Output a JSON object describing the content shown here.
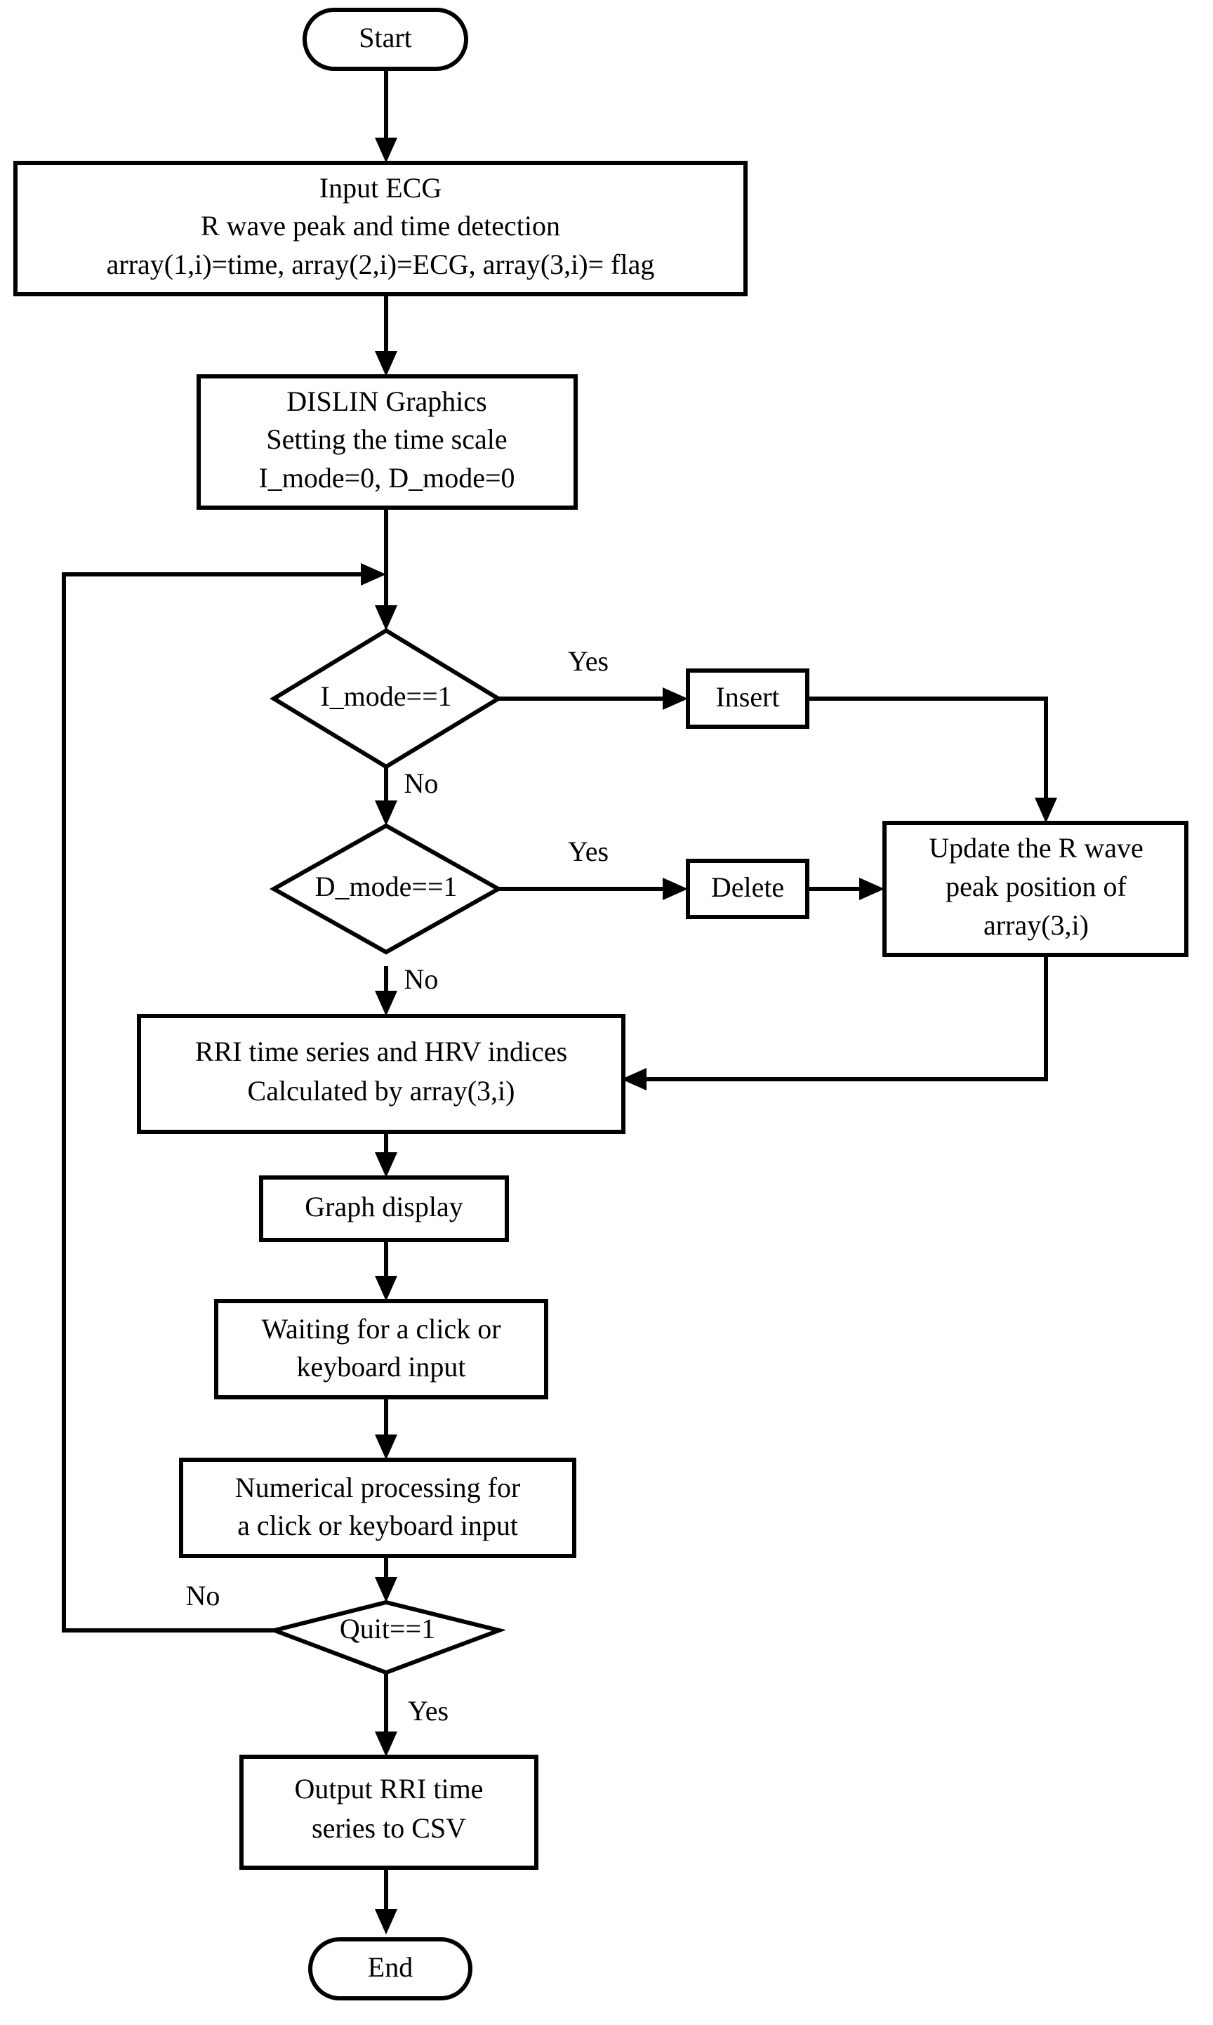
{
  "diagram": {
    "title": "ECG R-wave editing and HRV analysis program flowchart",
    "colors": {
      "stroke": "#000000",
      "fill": "#ffffff",
      "text": "#000000"
    },
    "nodes": {
      "start": {
        "shape": "stadium",
        "label": "Start"
      },
      "input_ecg": {
        "shape": "rectangle",
        "lines": [
          "Input ECG",
          "R wave peak and time detection",
          "array(1,i)=time, array(2,i)=ECG, array(3,i)= flag"
        ]
      },
      "dislin": {
        "shape": "rectangle",
        "lines": [
          "DISLIN Graphics",
          "Setting the time scale",
          "I_mode=0, D_mode=0"
        ]
      },
      "i_mode_decision": {
        "shape": "diamond",
        "label": "I_mode==1"
      },
      "insert": {
        "shape": "rectangle",
        "label": "Insert"
      },
      "d_mode_decision": {
        "shape": "diamond",
        "label": "D_mode==1"
      },
      "delete": {
        "shape": "rectangle",
        "label": "Delete"
      },
      "update_peak": {
        "shape": "rectangle",
        "lines": [
          "Update the R wave",
          "peak position of",
          "array(3,i)"
        ]
      },
      "rri_hrv": {
        "shape": "rectangle",
        "lines": [
          "RRI time series and HRV indices",
          "Calculated by array(3,i)"
        ]
      },
      "graph_display": {
        "shape": "rectangle",
        "label": "Graph display"
      },
      "waiting": {
        "shape": "rectangle",
        "lines": [
          "Waiting for a click or",
          "keyboard input"
        ]
      },
      "numerical_processing": {
        "shape": "rectangle",
        "lines": [
          "Numerical processing for",
          "a click or keyboard input"
        ]
      },
      "quit_decision": {
        "shape": "diamond",
        "label": "Quit==1"
      },
      "output_csv": {
        "shape": "rectangle",
        "lines": [
          "Output RRI time",
          "series to CSV"
        ]
      },
      "end": {
        "shape": "stadium",
        "label": "End"
      }
    },
    "edge_labels": {
      "i_mode_yes": "Yes",
      "i_mode_no": "No",
      "d_mode_yes": "Yes",
      "d_mode_no": "No",
      "quit_no": "No",
      "quit_yes": "Yes"
    }
  }
}
